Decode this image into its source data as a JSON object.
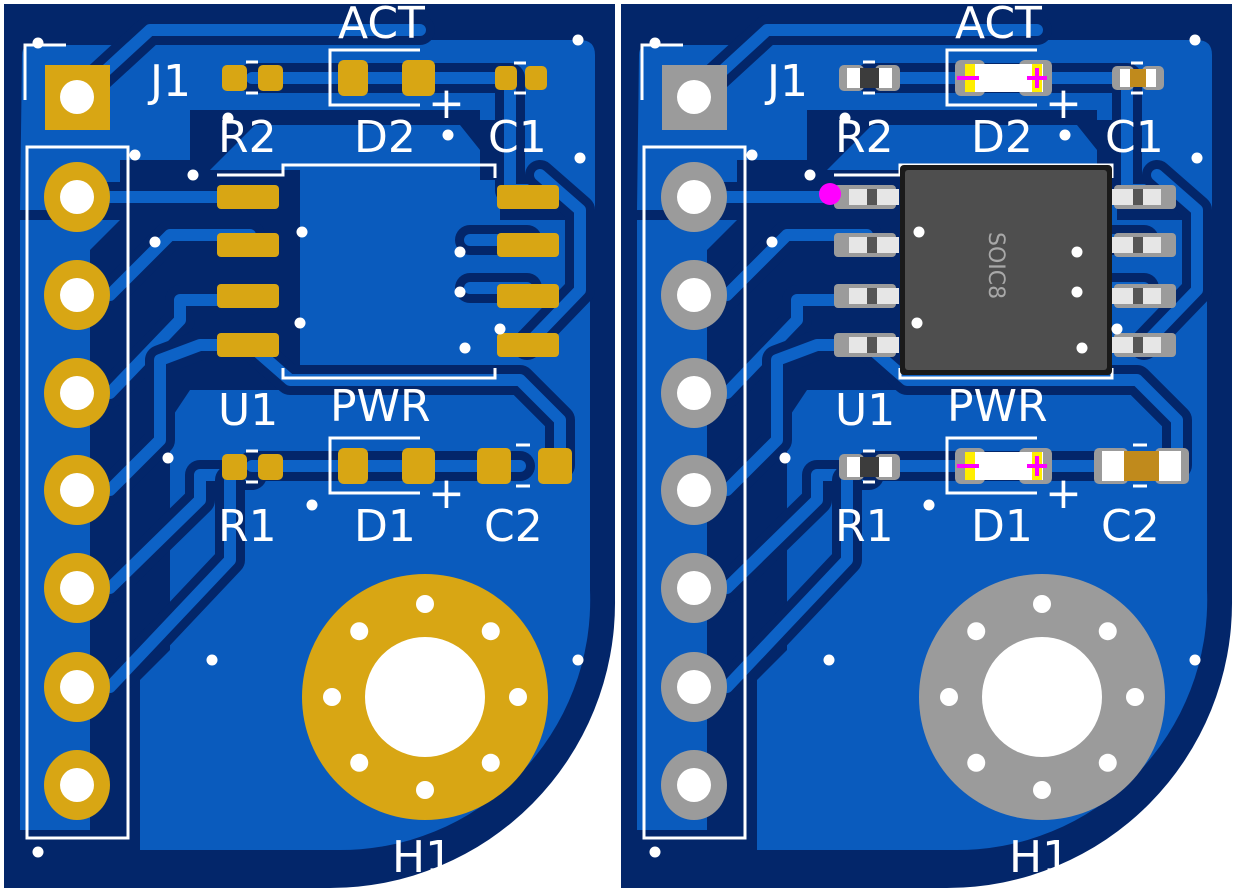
{
  "views": [
    {
      "name": "copper-view",
      "pad_style": "gold"
    },
    {
      "name": "3d-view",
      "pad_style": "gray"
    }
  ],
  "labels": {
    "j1": "J1",
    "r2": "R2",
    "act": "ACT",
    "d2": "D2",
    "c1": "C1",
    "u1": "U1",
    "pwr": "PWR",
    "r1": "R1",
    "d1": "D1",
    "c2": "C2",
    "h1": "H1",
    "plus": "+",
    "soic": "SOIC8"
  },
  "colors": {
    "background": "#ffffff",
    "board": "#03266a",
    "pour": "#0a5bbd",
    "silkscreen": "#ffffff",
    "gold_pad": "#d8a614",
    "gray_pad": "#9b9b9b",
    "ic_body": "#4e4e4e",
    "resistor_body": "#3c3c3c",
    "capacitor_body": "#c08a1c",
    "led_body": "#ffffff",
    "led_mark": "#ffee00",
    "polarity_mark": "#ff00ff"
  }
}
